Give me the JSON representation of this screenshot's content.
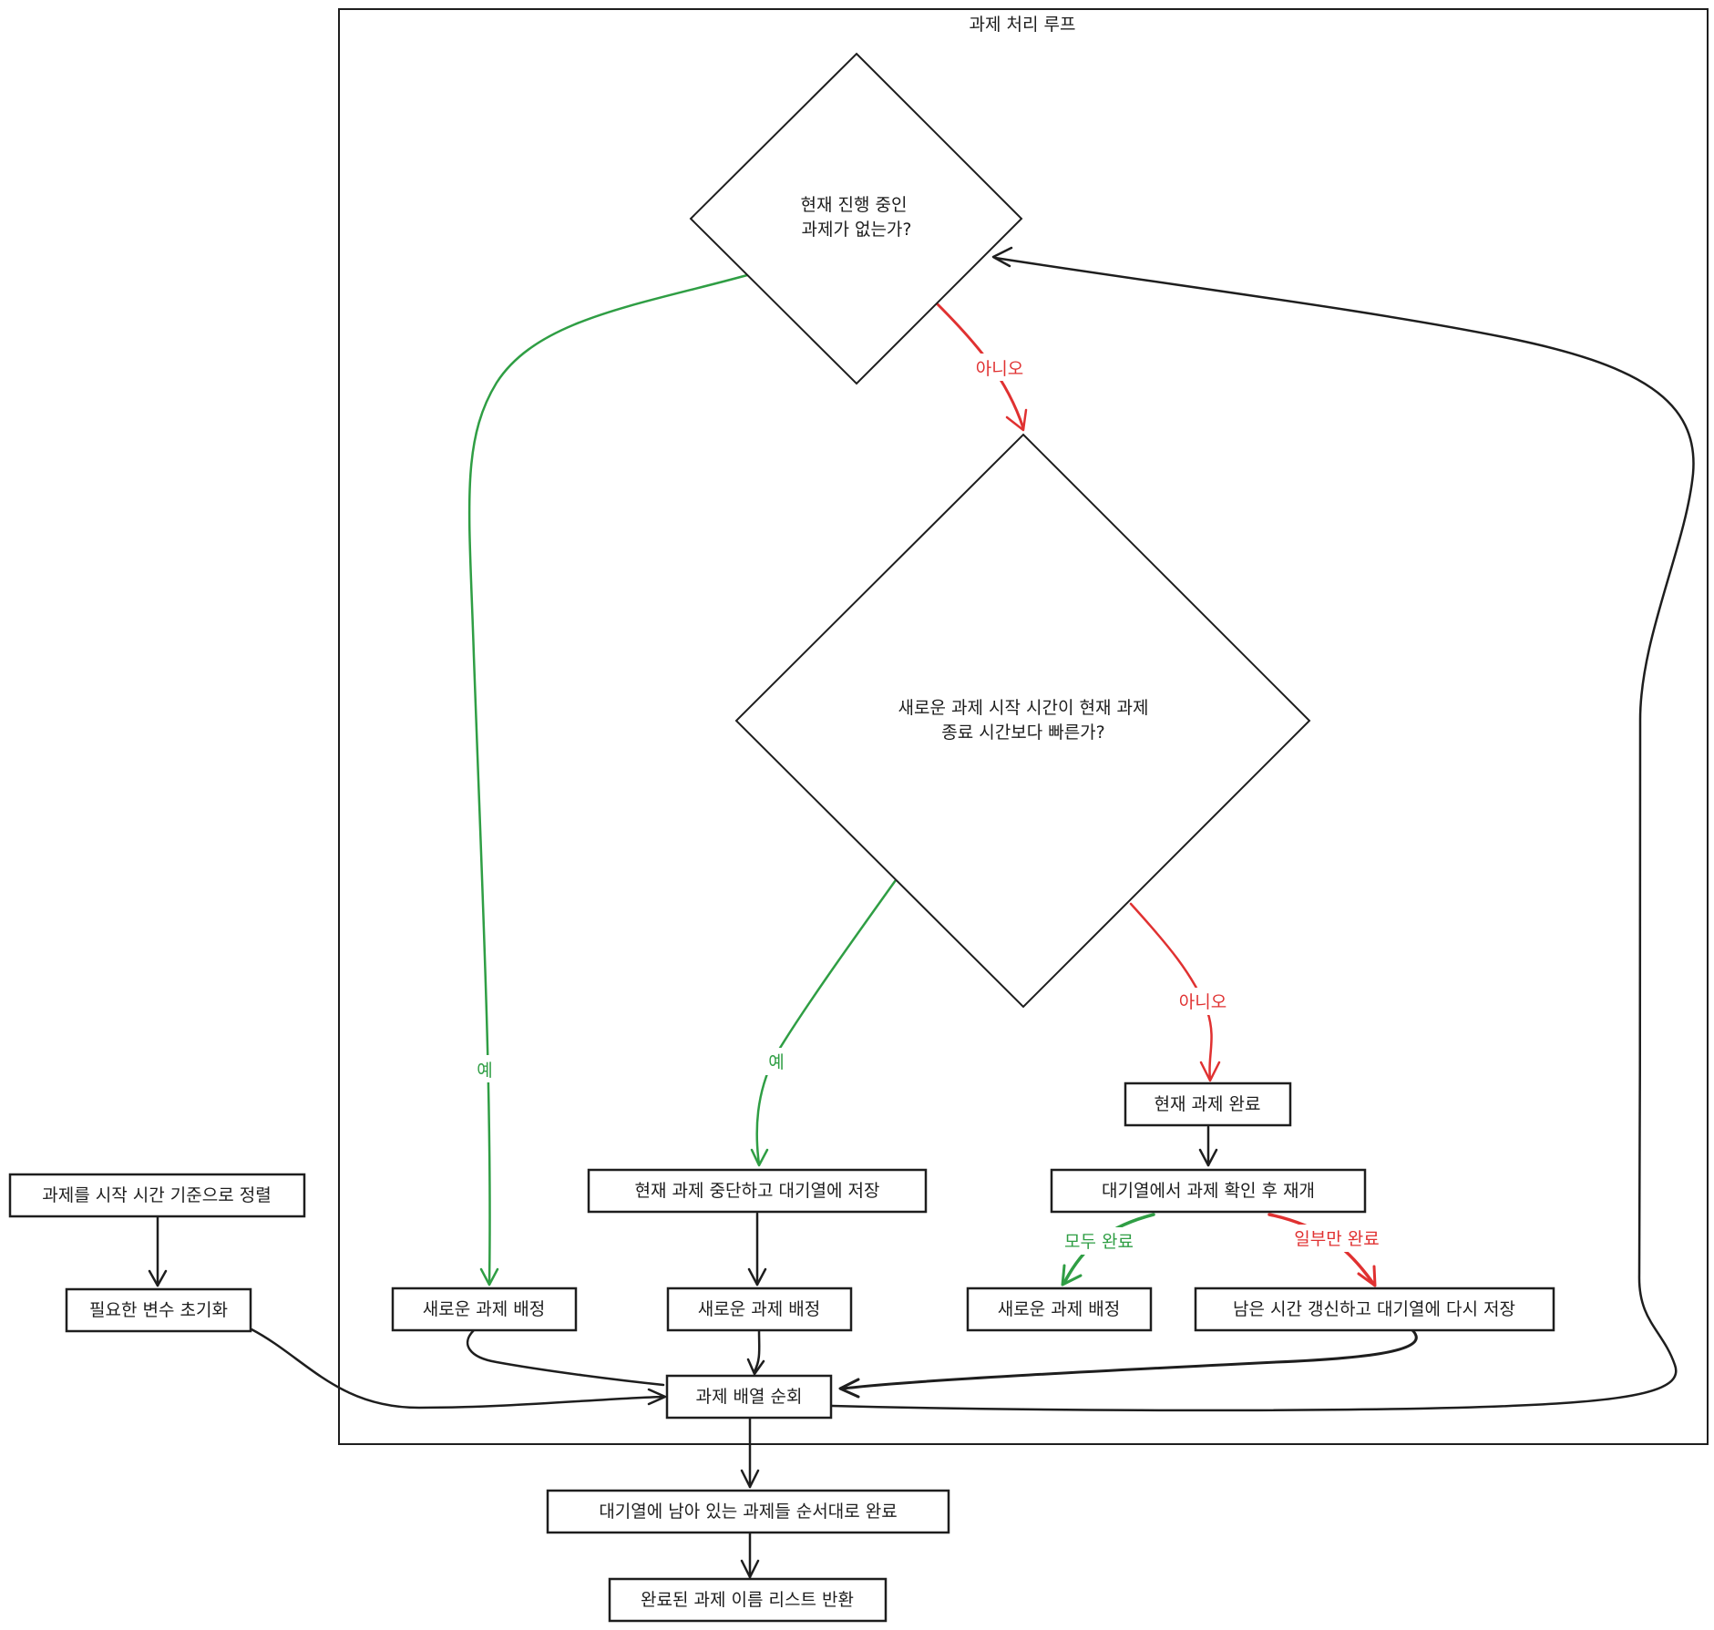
{
  "frame": {
    "title": "과제 처리 루프"
  },
  "nodes": {
    "sort_tasks": "과제를 시작 시간 기준으로 정렬",
    "init_vars": "필요한 변수 초기화",
    "decision_no_current": [
      "현재 진행 중인",
      "과제가 없는가?"
    ],
    "decision_earlier": [
      "새로운 과제 시작 시간이 현재 과제",
      "종료 시간보다 빠른가?"
    ],
    "finish_current": "현재 과제 완료",
    "resume_from_queue": "대기열에서 과제 확인 후 재개",
    "pause_and_queue": "현재 과제 중단하고 대기열에 저장",
    "assign_new_left": "새로운 과제 배정",
    "assign_new_mid": "새로운 과제 배정",
    "assign_new_right": "새로운 과제 배정",
    "update_and_requeue": "남은 시간 갱신하고 대기열에 다시 저장",
    "iterate_tasks": "과제 배열 순회",
    "finish_queue": "대기열에 남아 있는 과제들 순서대로 완료",
    "return_names": "완료된 과제 이름 리스트 반환"
  },
  "edge_labels": {
    "yes_1": "예",
    "no_1": "아니오",
    "yes_2": "예",
    "no_2": "아니오",
    "all_done": "모두 완료",
    "partial_done": "일부만 완료"
  },
  "colors": {
    "stroke": "#1e1e1e",
    "yes": "#2f9e44",
    "no": "#e03131",
    "background": "#ffffff"
  }
}
